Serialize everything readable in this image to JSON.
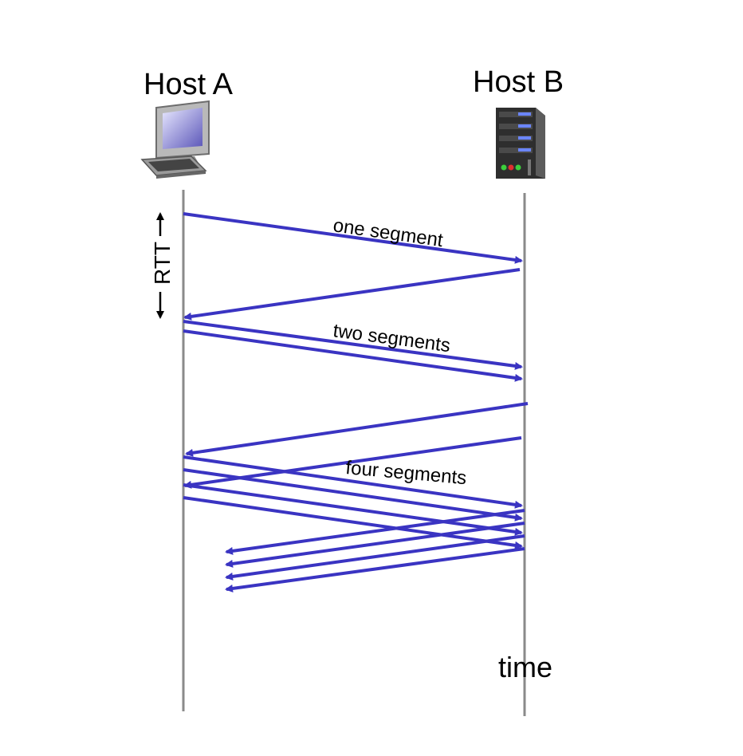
{
  "hosts": {
    "a": {
      "label": "Host A",
      "icon": "desktop-computer-icon"
    },
    "b": {
      "label": "Host B",
      "icon": "server-tower-icon"
    }
  },
  "rtt_label": "RTT",
  "time_label": "time",
  "segment_labels": {
    "one": "one segment",
    "two": "two segments",
    "four": "four segments"
  },
  "colors": {
    "arrow": "#3a34c2",
    "timeline": "#8a8a8a"
  }
}
